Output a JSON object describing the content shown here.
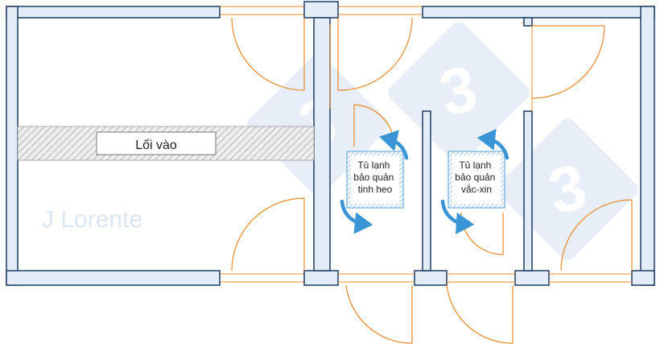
{
  "labels": {
    "entrance": "Lối vào",
    "fridge_semen": [
      "Tủ lạnh",
      "bảo quản",
      "tinh heo"
    ],
    "fridge_vaccine": [
      "Tủ lạnh",
      "bảo quản",
      "vắc-xin"
    ],
    "watermark_author": "J Lorente",
    "watermark_logo_digit": "3"
  },
  "colors": {
    "wall_fill": "#e3edf7",
    "wall_stroke": "#1f3b63",
    "door_arc": "#e8892a",
    "rotation_arrow": "#3a95d6",
    "fridge_hatch": "#6aaede",
    "entrance_hatch": "#9a9a9a",
    "watermark": "#dbe6f2"
  },
  "icons": [
    "rotation-arrow-icon",
    "watermark-logo"
  ]
}
